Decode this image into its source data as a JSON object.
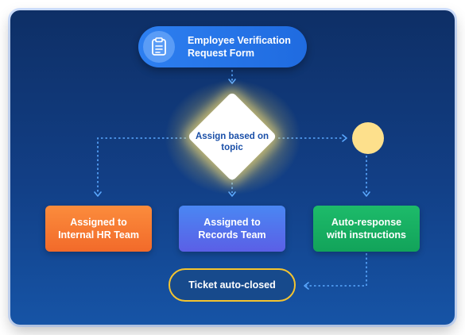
{
  "nodes": {
    "start": {
      "label": "Employee Verification Request Form",
      "icon": "clipboard-icon"
    },
    "decision": {
      "label": "Assign based on topic"
    },
    "hr": {
      "label": "Assigned to Internal HR Team"
    },
    "records": {
      "label": "Assigned to Records Team"
    },
    "auto": {
      "label": "Auto-response with instructions"
    },
    "closed": {
      "label": "Ticket auto-closed"
    }
  },
  "colors": {
    "background": "#123f86",
    "start": "#2d7ff0",
    "hr": "#f26a2a",
    "records": "#4a87f3",
    "auto": "#12a35a",
    "closed_border": "#f4c430",
    "marker": "#fde08c",
    "connector": "#5aa8ff"
  }
}
